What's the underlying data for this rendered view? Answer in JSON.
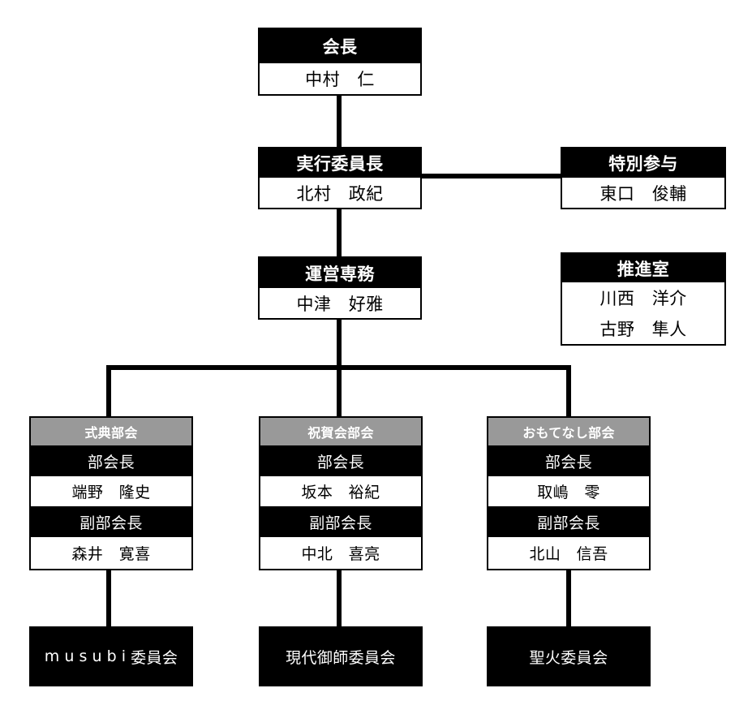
{
  "chart_title": "",
  "colors": {
    "header_black": "#000000",
    "header_gray": "#999999",
    "text_on_dark": "#ffffff",
    "text_on_light": "#000000",
    "background": "#ffffff",
    "connector": "#000000"
  },
  "nodes": {
    "president": {
      "title": "会長",
      "name": "中村　仁"
    },
    "executive_chair": {
      "title": "実行委員長",
      "name": "北村　政紀"
    },
    "special_advisor": {
      "title": "特別参与",
      "name": "東口　俊輔"
    },
    "managing_director": {
      "title": "運営専務",
      "name": "中津　好雅"
    },
    "promotion_office": {
      "title": "推進室",
      "members": [
        "川西　洋介",
        "古野　隼人"
      ]
    }
  },
  "departments": [
    {
      "dept_name": "式典部会",
      "chief_label": "部会長",
      "chief_name": "端野　隆史",
      "vice_label": "副部会長",
      "vice_name": "森井　寛喜",
      "committee": "musubi委員会",
      "committee_latin_prefix": "musubi",
      "committee_suffix": "委員会"
    },
    {
      "dept_name": "祝賀会部会",
      "chief_label": "部会長",
      "chief_name": "坂本　裕紀",
      "vice_label": "副部会長",
      "vice_name": "中北　喜亮",
      "committee": "現代御師委員会",
      "committee_latin_prefix": "",
      "committee_suffix": "現代御師委員会"
    },
    {
      "dept_name": "おもてなし部会",
      "chief_label": "部会長",
      "chief_name": "取嶋　零",
      "vice_label": "副部会長",
      "vice_name": "北山　信吾",
      "committee": "聖火委員会",
      "committee_latin_prefix": "",
      "committee_suffix": "聖火委員会"
    }
  ]
}
